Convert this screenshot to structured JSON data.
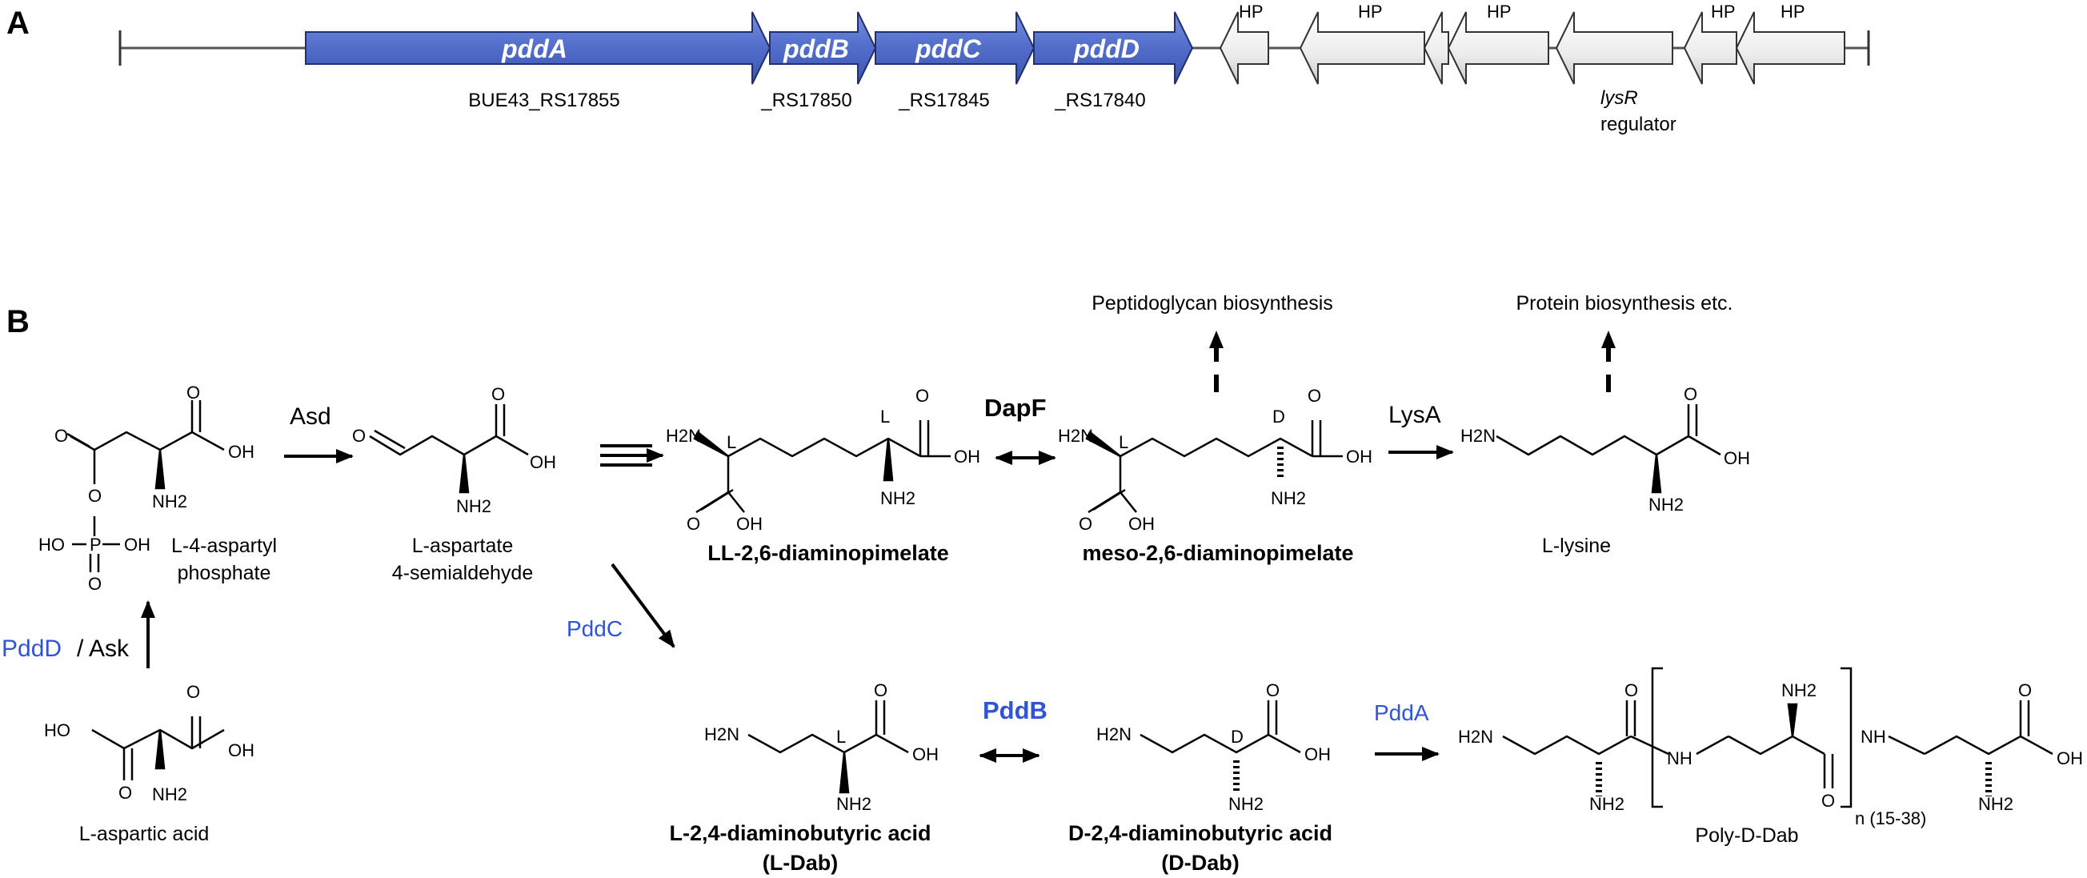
{
  "panel_a": {
    "label": "A",
    "genes": [
      {
        "name": "pddA",
        "locus": "BUE43_RS17855"
      },
      {
        "name": "pddB",
        "locus": "_RS17850"
      },
      {
        "name": "pddC",
        "locus": "_RS17845"
      },
      {
        "name": "pddD",
        "locus": "_RS17840"
      }
    ],
    "hp": [
      "HP",
      "HP",
      "HP",
      "HP",
      "HP"
    ],
    "lysr_name": "lysR",
    "lysr_role": "regulator"
  },
  "panel_b": {
    "label": "B",
    "compounds": {
      "aspartyl_phosphate": [
        "L-4-aspartyl",
        "phosphate"
      ],
      "aspartate_semialdehyde": [
        "L-aspartate",
        "4-semialdehyde"
      ],
      "ll_dap": "LL-2,6-diaminopimelate",
      "meso_dap": "meso-2,6-diaminopimelate",
      "lysine": "L-lysine",
      "aspartic_acid": "L-aspartic acid",
      "l_dab": [
        "L-2,4-diaminobutyric acid",
        "(L-Dab)"
      ],
      "d_dab": [
        "D-2,4-diaminobutyric acid",
        "(D-Dab)"
      ],
      "poly_dab": "Poly-D-Dab"
    },
    "enzymes": {
      "asd": "Asd",
      "dapf": "DapF",
      "lysa": "LysA",
      "pddc": "PddC",
      "pddd": "PddD",
      "ask": "/ Ask",
      "pddb": "PddB",
      "pdda": "PddA"
    },
    "destinations": {
      "peptidoglycan": "Peptidoglycan biosynthesis",
      "protein": "Protein biosynthesis etc."
    },
    "atoms": {
      "o": "O",
      "oh": "OH",
      "ho": "HO",
      "p": "P",
      "nh2": "NH2",
      "h2n": "H2N",
      "nh": "NH",
      "L": "L",
      "D": "D",
      "n_range": "n (15-38)"
    }
  }
}
